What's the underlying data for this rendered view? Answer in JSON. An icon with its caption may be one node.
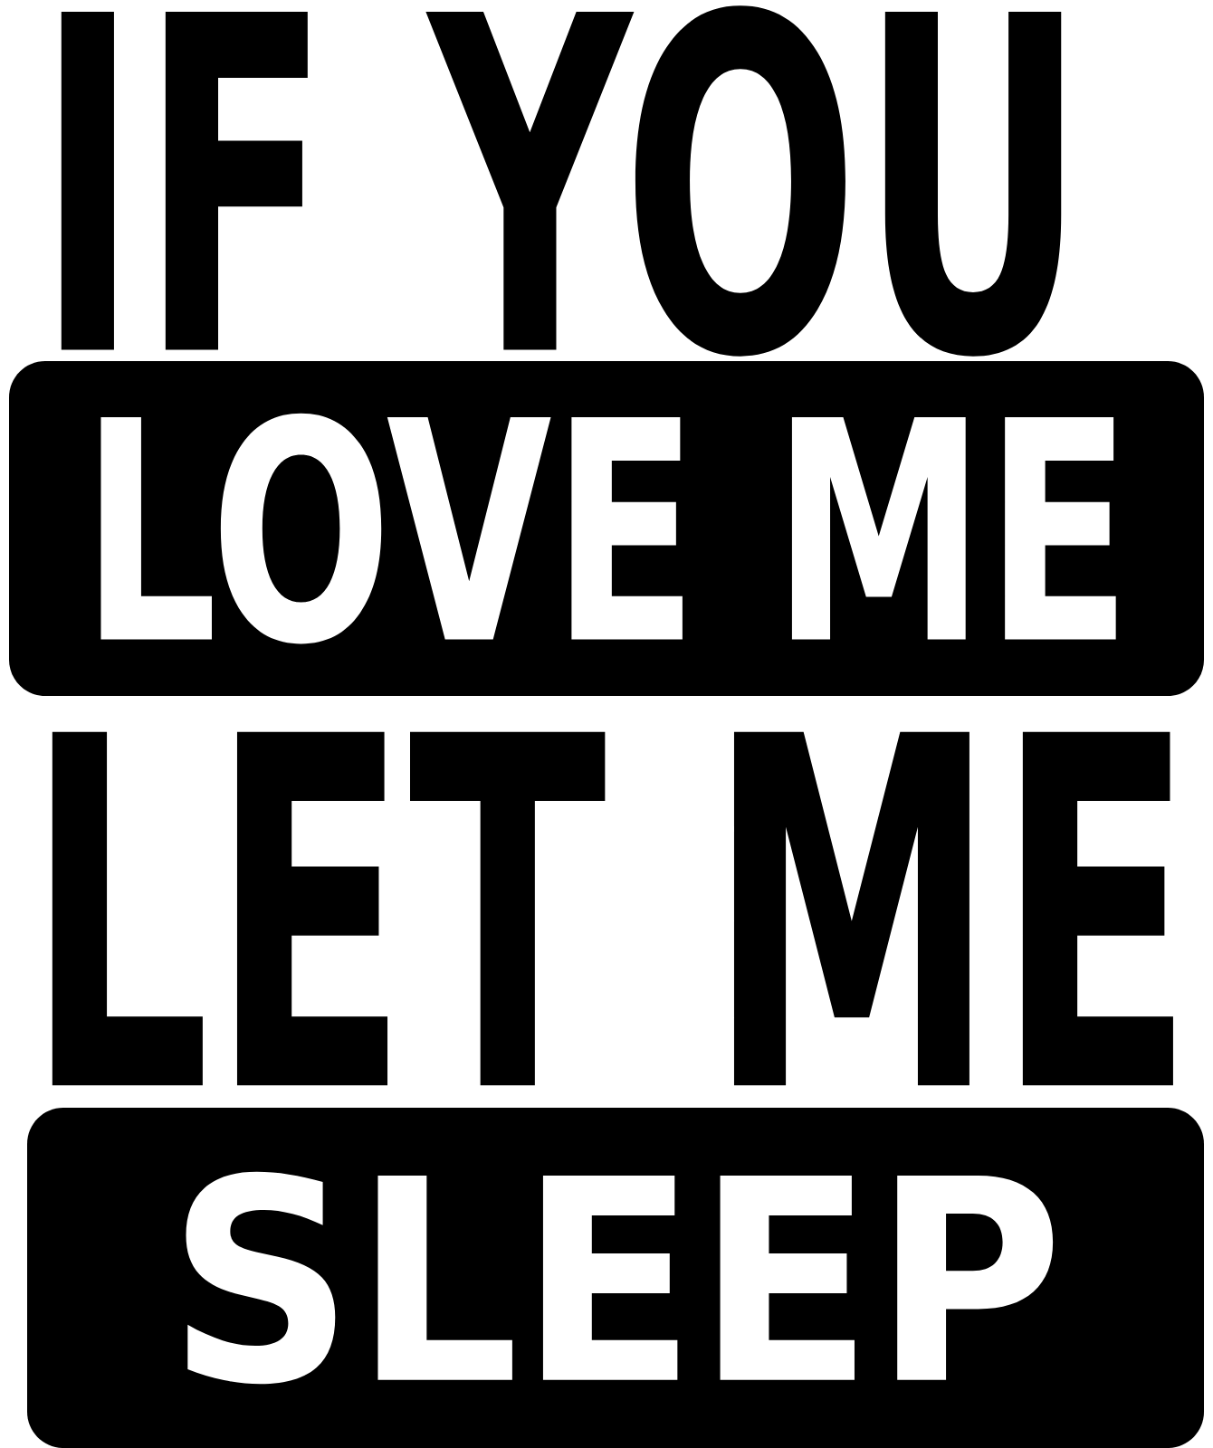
{
  "diagram": {
    "nodes": [
      {
        "text": [
          "LOVE ME"
        ]
      },
      {
        "text": [
          "SLEEP"
        ]
      }
    ],
    "labels": [
      "IF YOU",
      "LET ME"
    ]
  }
}
